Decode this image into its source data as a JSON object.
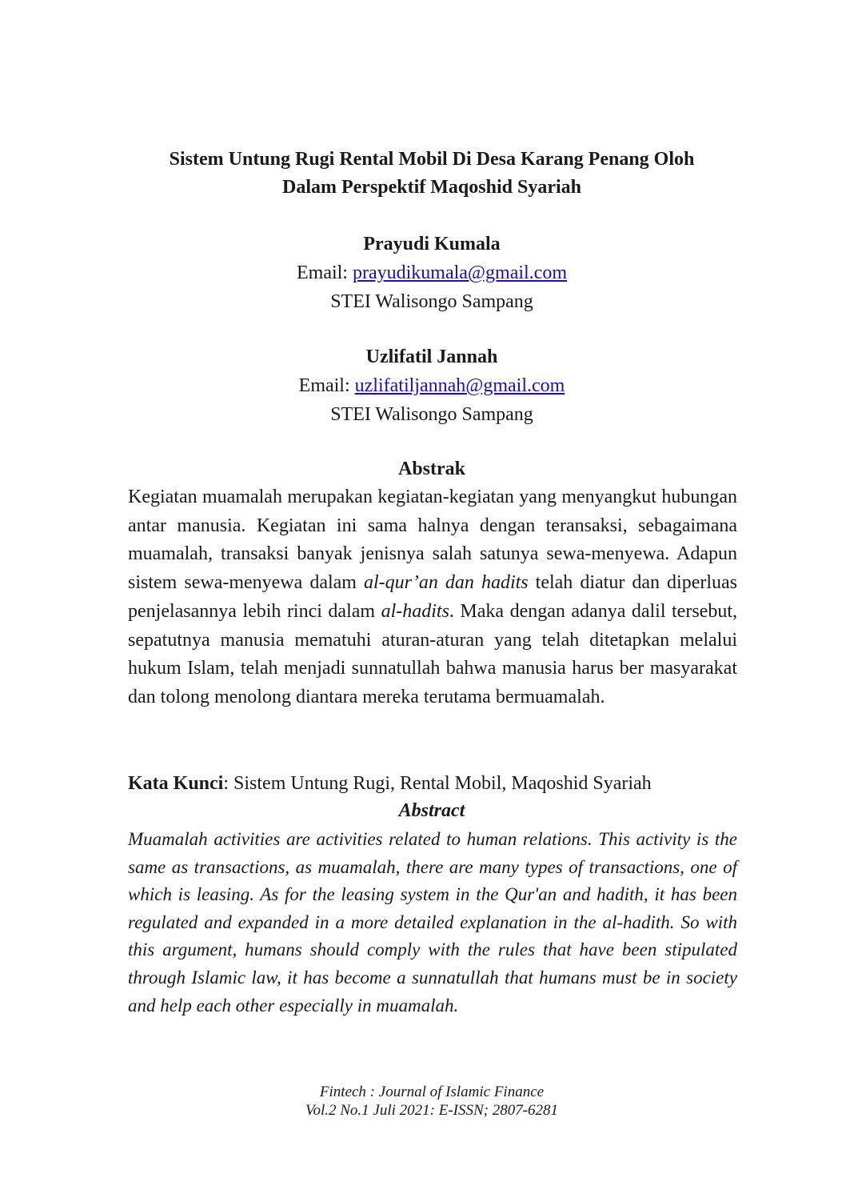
{
  "title": {
    "line1": "Sistem Untung Rugi Rental Mobil Di Desa Karang Penang Oloh",
    "line2": "Dalam Perspektif Maqoshid Syariah"
  },
  "authors": [
    {
      "name": "Prayudi Kumala",
      "email_label": "Email: ",
      "email": "prayudikumala@gmail.com",
      "affiliation": "STEI Walisongo Sampang"
    },
    {
      "name": "Uzlifatil Jannah",
      "email_label": "Email: ",
      "email": "uzlifatiljannah@gmail.com",
      "affiliation": "STEI Walisongo Sampang"
    }
  ],
  "abstrak": {
    "heading": "Abstrak",
    "part1": "Kegiatan muamalah merupakan kegiatan-kegiatan yang menyangkut hubungan antar manusia. Kegiatan ini sama halnya dengan teransaksi, sebagaimana muamalah, transaksi banyak jenisnya salah satunya sewa-menyewa.  Adapun sistem sewa-menyewa dalam ",
    "italic1": "al-qur’an dan hadits",
    "part2": " telah diatur dan diperluas penjelasannya lebih rinci dalam ",
    "italic2": "al-hadits",
    "part3": ". Maka dengan adanya dalil tersebut, sepatutnya manusia mematuhi aturan-aturan yang telah ditetapkan melalui hukum Islam, telah menjadi sunnatullah bahwa manusia harus ber masyarakat dan tolong  menolong diantara mereka terutama bermuamalah."
  },
  "keywords": {
    "label": "Kata Kunci",
    "text": ": Sistem Untung Rugi, Rental Mobil, Maqoshid Syariah"
  },
  "abstract": {
    "heading": "Abstract",
    "text": "Muamalah activities are activities related to human relations. This activity is the same as transactions, as muamalah, there are many types of transactions, one of which is leasing. As for the leasing system in the Qur'an and hadith, it has been regulated and expanded in a more detailed explanation in the al-hadith. So with this argument, humans should comply with the rules that have been stipulated through Islamic law, it has become a sunnatullah that humans must be in society and help each other especially in muamalah."
  },
  "footer": {
    "journal": "Fintech : Journal of Islamic Finance",
    "issue": "Vol.2 No.1 Juli 2021: E-ISSN; 2807-6281"
  },
  "colors": {
    "link": "#1a0dcc",
    "text": "#1a1a1a"
  }
}
